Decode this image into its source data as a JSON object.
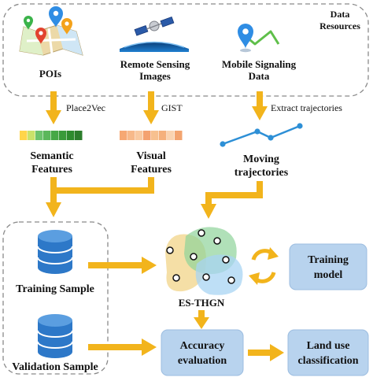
{
  "resources": {
    "label_line1": "Data",
    "label_line2": "Resources",
    "pois_label": "POIs",
    "rs_label_line1": "Remote Sensing",
    "rs_label_line2": "Images",
    "mobile_label_line1": "Mobile Signaling",
    "mobile_label_line2": "Data"
  },
  "methods": {
    "place2vec": "Place2Vec",
    "gist": "GIST",
    "extract": "Extract trajectories"
  },
  "features": {
    "semantic_line1": "Semantic",
    "semantic_line2": "Features",
    "visual_line1": "Visual",
    "visual_line2": "Features",
    "moving_line1": "Moving",
    "moving_line2": "trajectories"
  },
  "samples": {
    "training": "Training Sample",
    "validation": "Validation Sample"
  },
  "model": {
    "name": "ES-THGN",
    "training_line1": "Training",
    "training_line2": "model"
  },
  "results": {
    "accuracy_line1": "Accuracy",
    "accuracy_line2": "evaluation",
    "landuse_line1": "Land use",
    "landuse_line2": "classification"
  },
  "colors": {
    "arrow": "#f2b41c",
    "accent_label": "#1f3a93",
    "box_fill": "#b8d3ee",
    "box_stroke": "#9cbde0",
    "database": "#2d78c8",
    "trajectory": "#2d8fd6",
    "semantic_bar": [
      "#ffd54a",
      "#c9e26a",
      "#6cc36c",
      "#5bb75b",
      "#46a846",
      "#3a9a3a",
      "#2e8b2e",
      "#2c7d2c"
    ],
    "visual_bar": [
      "#f6a873",
      "#f7b98a",
      "#f9c9a0",
      "#f4a270",
      "#f7c08f",
      "#f5b07c",
      "#fad3b0",
      "#f3a46f"
    ],
    "region_yellow": "#f2d488",
    "region_green": "#8fd39a",
    "region_blue": "#a8d4f3"
  },
  "icons": {
    "pois": "map-pins-icon",
    "remote_sensing": "satellite-earth-icon",
    "mobile": "location-route-icon",
    "database": "database-icon",
    "cycle": "refresh-cycle-icon",
    "trajectory": "trajectory-polyline-icon",
    "graph": "heterogeneous-graph-icon"
  }
}
